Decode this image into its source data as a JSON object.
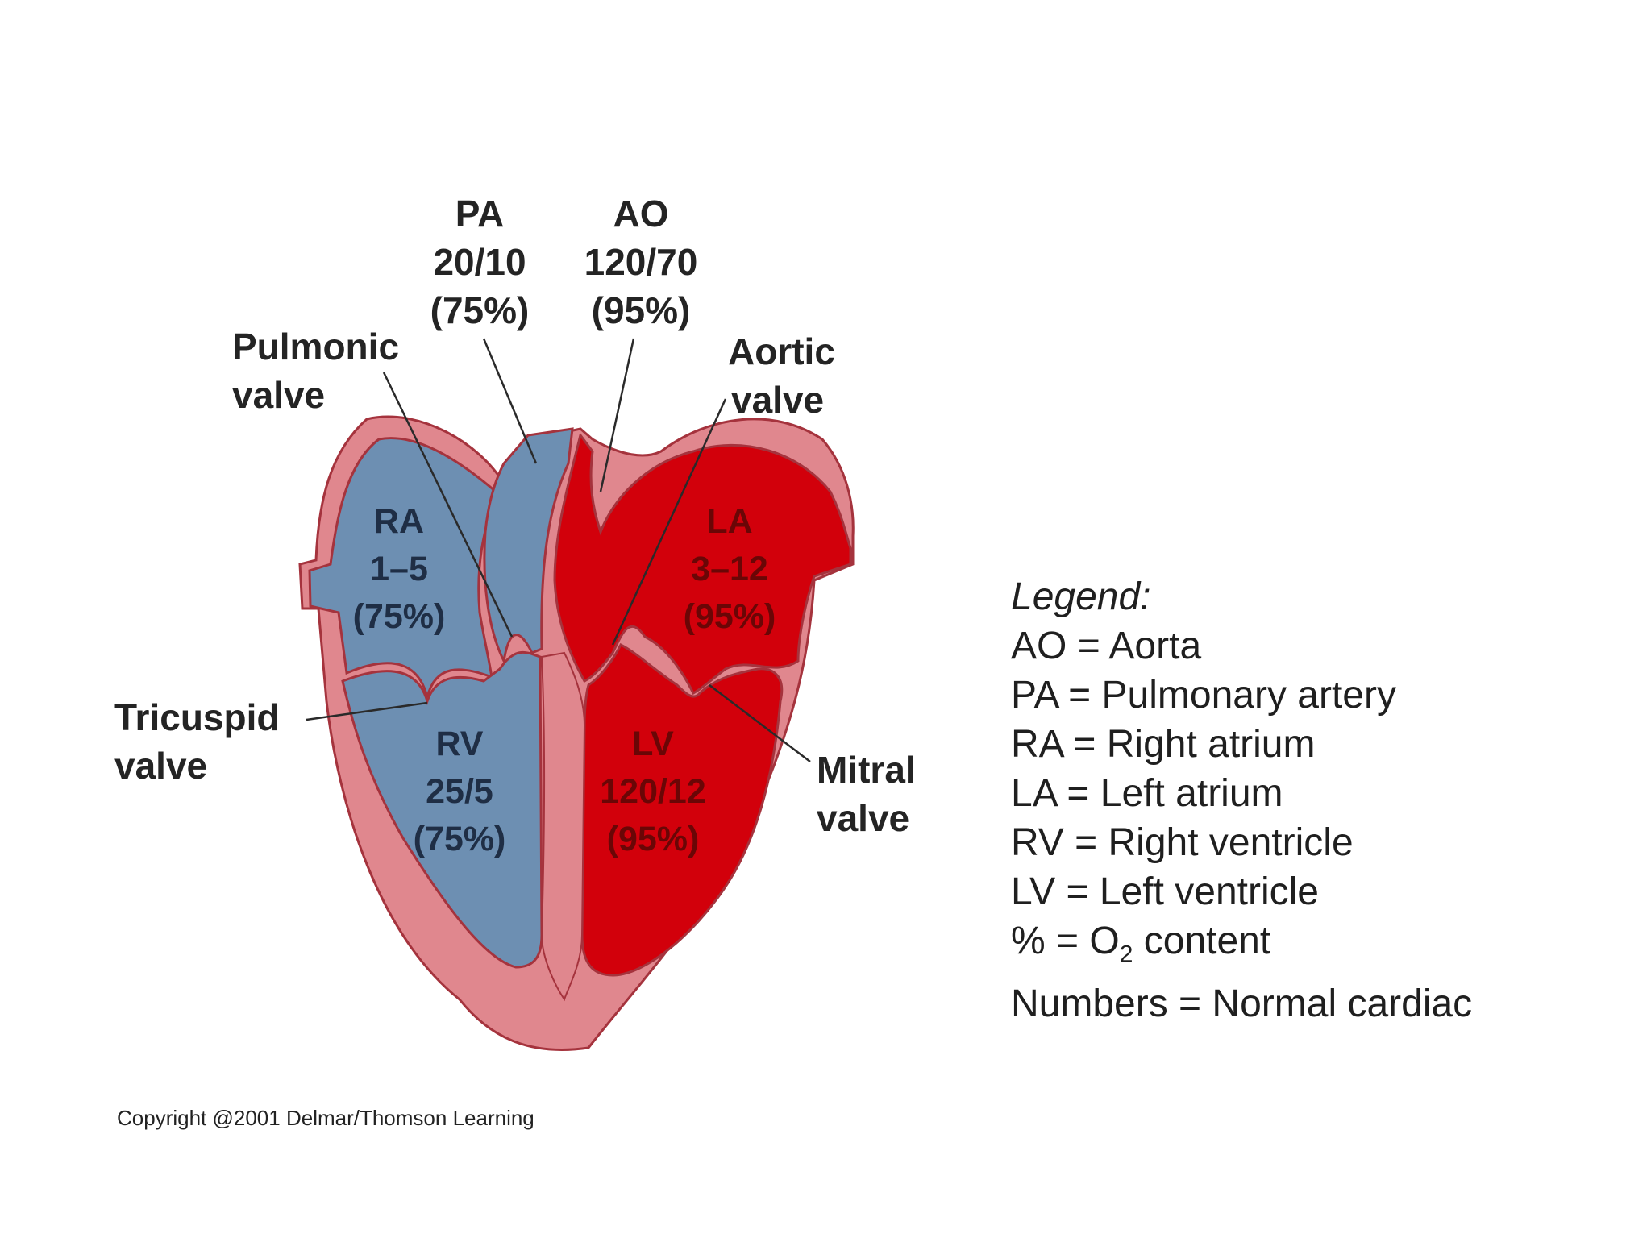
{
  "labels": {
    "pa": {
      "abbr": "PA",
      "pressure": "20/10",
      "oxygen": "(75%)"
    },
    "ao": {
      "abbr": "AO",
      "pressure": "120/70",
      "oxygen": "(95%)"
    },
    "pulmonic_valve": [
      "Pulmonic",
      "valve"
    ],
    "aortic_valve": [
      "Aortic",
      "valve"
    ],
    "tricuspid_valve": [
      "Tricuspid",
      "valve"
    ],
    "mitral_valve": [
      "Mitral",
      "valve"
    ]
  },
  "chambers": {
    "ra": {
      "abbr": "RA",
      "pressure": "1–5",
      "oxygen": "(75%)"
    },
    "la": {
      "abbr": "LA",
      "pressure": "3–12",
      "oxygen": "(95%)"
    },
    "rv": {
      "abbr": "RV",
      "pressure": "25/5",
      "oxygen": "(75%)"
    },
    "lv": {
      "abbr": "LV",
      "pressure": "120/12",
      "oxygen": "(95%)"
    }
  },
  "legend": {
    "title": "Legend:",
    "items": [
      "AO = Aorta",
      "PA = Pulmonary artery",
      "RA = Right atrium",
      "LA = Left atrium",
      "RV = Right ventricle",
      "LV = Left ventricle",
      "% = O",
      "Numbers = Normal cardiac"
    ],
    "o2_subscript": "2",
    "o2_suffix": " content"
  },
  "copyright": "Copyright @2001 Delmar/Thomson Learning",
  "colors": {
    "deoxygenated": "#6d8fb2",
    "oxygenated": "#d2000b",
    "muscle": "#e0878e",
    "muscle_outline": "#a5333d",
    "leader_line": "#2a2a2a"
  }
}
